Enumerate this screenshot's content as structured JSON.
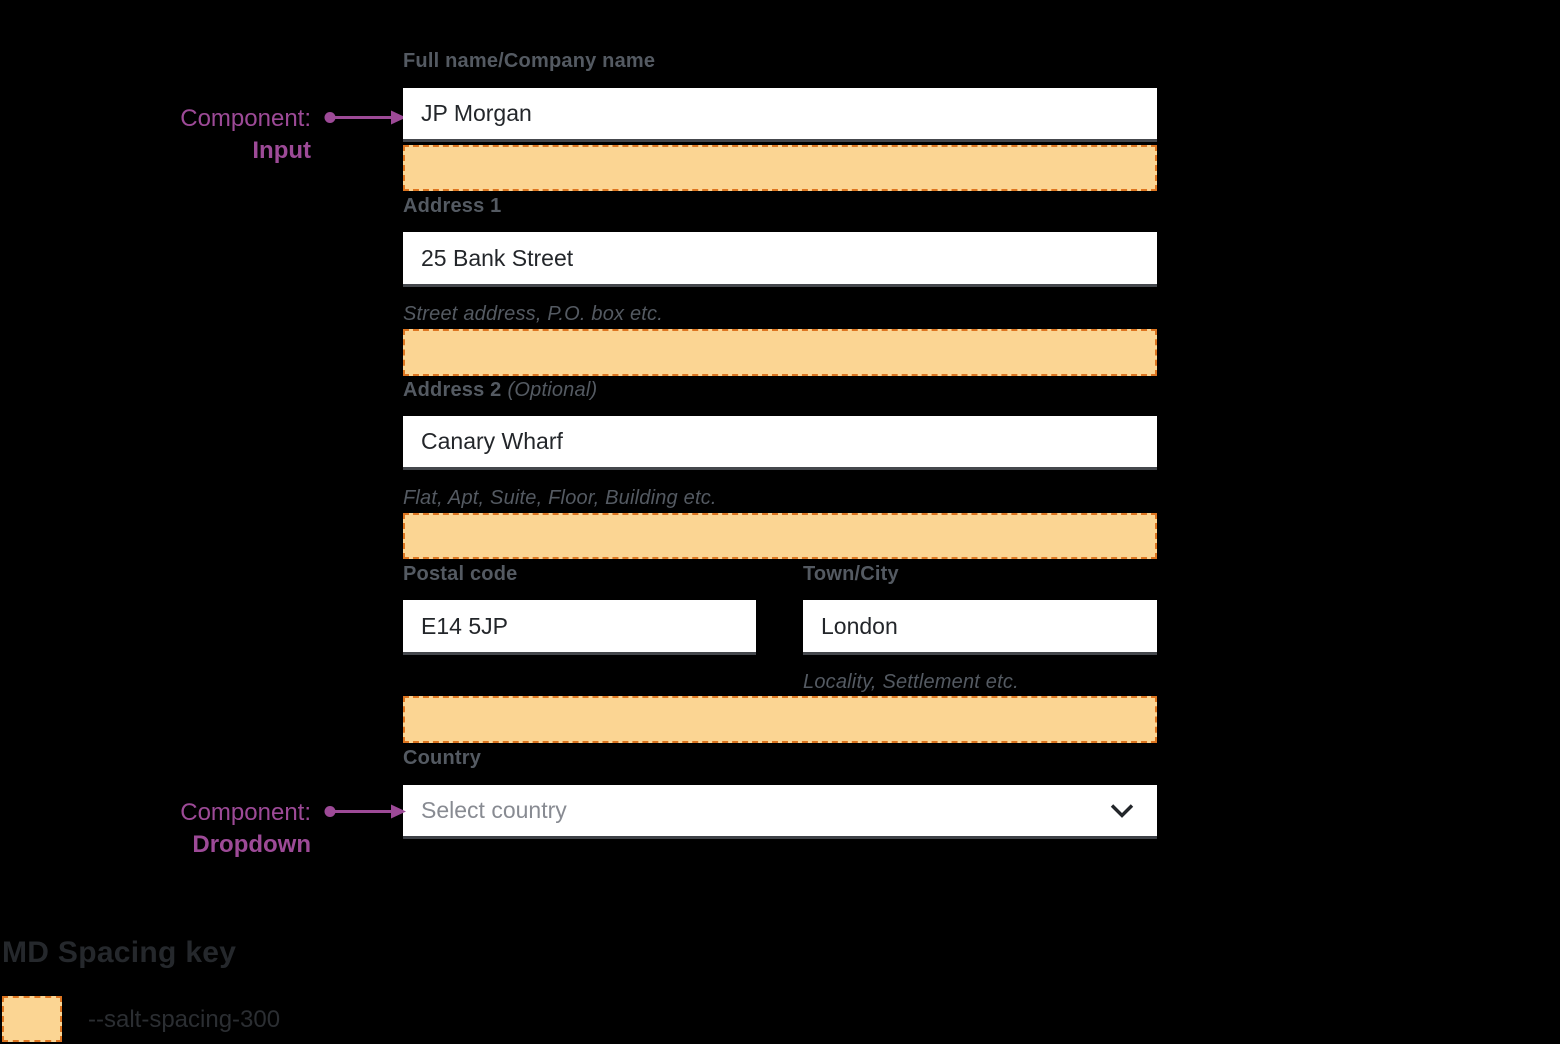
{
  "annotations": {
    "input": {
      "prefix": "Component:",
      "name": "Input"
    },
    "dropdown": {
      "prefix": "Component:",
      "name": "Dropdown"
    }
  },
  "form": {
    "full_name": {
      "label": "Full name/Company name",
      "value": "JP Morgan"
    },
    "address1": {
      "label": "Address 1",
      "value": "25 Bank Street",
      "helper": "Street address, P.O. box etc."
    },
    "address2": {
      "label": "Address 2",
      "optional": "(Optional)",
      "value": "Canary Wharf",
      "helper": "Flat, Apt, Suite, Floor, Building etc."
    },
    "postal_code": {
      "label": "Postal code",
      "value": "E14 5JP"
    },
    "town_city": {
      "label": "Town/City",
      "value": "London",
      "helper": "Locality, Settlement etc."
    },
    "country": {
      "label": "Country",
      "placeholder": "Select country"
    }
  },
  "spacing_key": {
    "heading": "MD Spacing key",
    "token": "--salt-spacing-300"
  },
  "icons": {
    "chevron_down": "chevron-down",
    "arrow_right": "arrow-right-connector"
  },
  "colors": {
    "background": "#000000",
    "label_text": "#545A62",
    "input_text": "#23262A",
    "input_background": "#FFFFFF",
    "input_border_bottom": "#45484D",
    "placeholder_text": "#888B92",
    "spacing_fill": "#FBD593",
    "spacing_border": "#DD7520",
    "annotation_purple": "#9D4A97",
    "key_heading_text": "#25282C",
    "key_label_text": "#2B2E32"
  }
}
